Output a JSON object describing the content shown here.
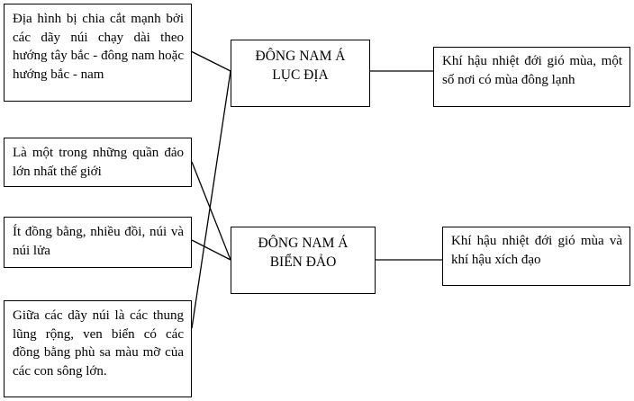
{
  "diagram": {
    "left_boxes": [
      {
        "id": "terrain-mainland",
        "text": "Địa hình bị chia cắt mạnh bởi các dãy núi chạy dài theo hướng tây bắc - đông nam hoặc hướng bắc - nam"
      },
      {
        "id": "archipelago",
        "text": "Là một trong những quần đảo lớn nhất thế giới"
      },
      {
        "id": "few-plains",
        "text": "Ít đồng bằng, nhiều đồi, núi và núi lửa"
      },
      {
        "id": "valleys-plains",
        "text": "Giữa các dãy núi là các thung lũng rộng, ven biển có các đồng bằng phù sa màu mỡ của các con sông lớn."
      }
    ],
    "center_boxes": [
      {
        "id": "mainland",
        "line1": "ĐÔNG NAM Á",
        "line2": "LỤC ĐỊA"
      },
      {
        "id": "islands",
        "line1": "ĐÔNG NAM Á",
        "line2": "BIỂN ĐẢO"
      }
    ],
    "right_boxes": [
      {
        "id": "mainland-climate",
        "text": "Khí hậu nhiệt đới gió mùa, một số nơi có mùa đông lạnh"
      },
      {
        "id": "islands-climate",
        "text": "Khí hậu nhiệt đới gió mùa và khí hậu xích đạo"
      }
    ],
    "connections": [
      {
        "from": "terrain-mainland",
        "to": "mainland"
      },
      {
        "from": "valleys-plains",
        "to": "mainland"
      },
      {
        "from": "archipelago",
        "to": "islands"
      },
      {
        "from": "few-plains",
        "to": "islands"
      },
      {
        "from": "mainland",
        "to": "mainland-climate"
      },
      {
        "from": "islands",
        "to": "islands-climate"
      }
    ],
    "line_color": "#000000",
    "border_color": "#000000"
  }
}
